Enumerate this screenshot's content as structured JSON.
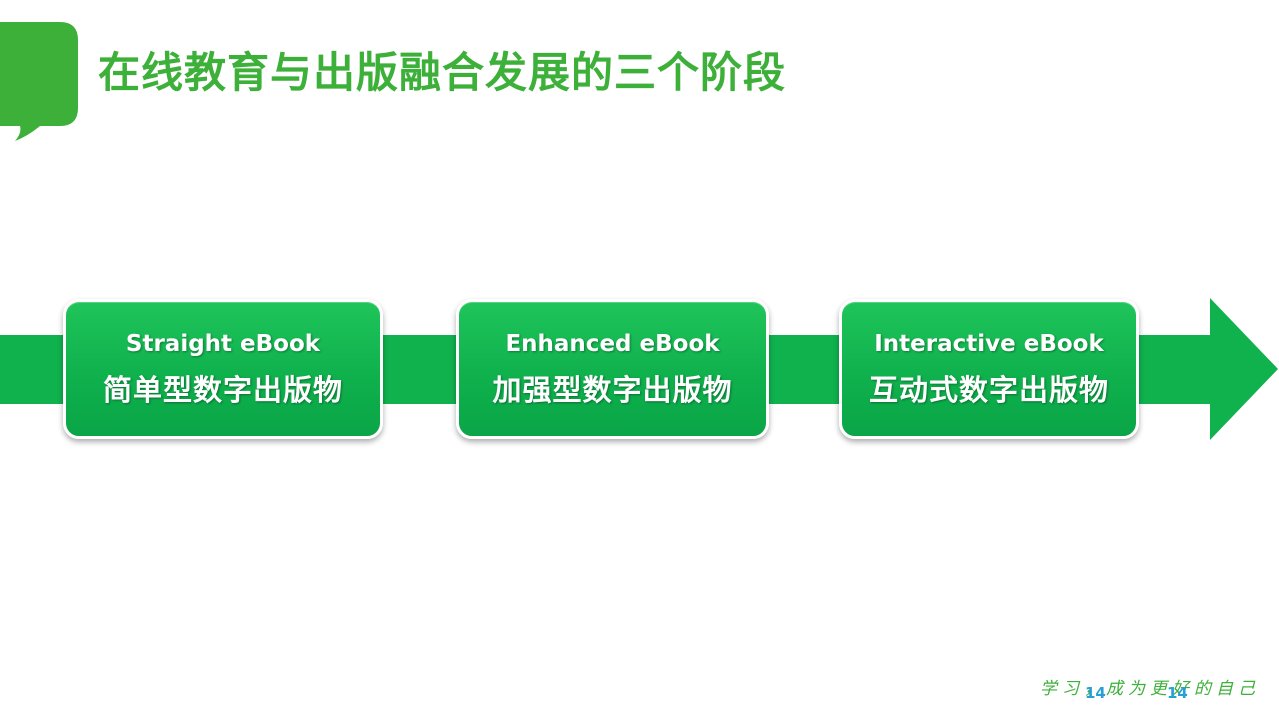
{
  "title": "在线教育与出版融合发展的三个阶段",
  "stages": [
    {
      "en": "Straight eBook",
      "zh": "简单型数字出版物"
    },
    {
      "en": "Enhanced eBook",
      "zh": "加强型数字出版物"
    },
    {
      "en": "Interactive eBook",
      "zh": "互动式数字出版物"
    }
  ],
  "footer": {
    "slogan": "学习，成为更好的自己",
    "page_number": "14"
  },
  "colors": {
    "brand_green": "#3db03a",
    "card_green": "#10b24e",
    "page_number_blue": "#2a9fd6"
  }
}
